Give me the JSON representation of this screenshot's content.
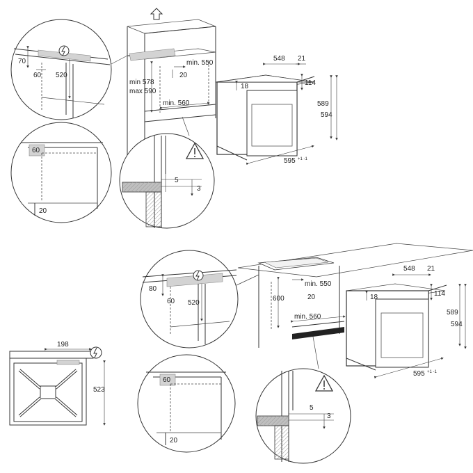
{
  "top": {
    "detail_cut": {
      "d70": "70",
      "d60": "60",
      "d520": "520"
    },
    "detail_corner": {
      "d60": "60",
      "d20": "20"
    },
    "cabinet": {
      "min578": "min 578",
      "max590": "max 590",
      "min550": "min. 550",
      "d20": "20",
      "min560": "min. 560"
    },
    "detail_gap": {
      "d5": "5",
      "d3": "3"
    },
    "oven": {
      "d548": "548",
      "d21": "21",
      "d114": "114",
      "d18": "18",
      "d589": "589",
      "d594": "594",
      "d595": "595",
      "d595sup": "+1 -1"
    }
  },
  "bottom": {
    "detail_cut": {
      "d80": "80",
      "d60": "60",
      "d520": "520"
    },
    "cabinet": {
      "d600": "600",
      "min550": "min. 550",
      "d20": "20",
      "min560": "min. 560"
    },
    "detail_corner": {
      "d60": "60",
      "d20": "20"
    },
    "detail_gap": {
      "d5": "5",
      "d3": "3"
    },
    "oven": {
      "d548": "548",
      "d21": "21",
      "d114": "114",
      "d18": "18",
      "d589": "589",
      "d594": "594",
      "d595": "595",
      "d595sup": "+1 -1"
    },
    "hob": {
      "d198": "198",
      "d523": "523"
    }
  },
  "icons": [
    "up-arrow-icon",
    "electric-plug-icon",
    "warning-triangle-icon"
  ]
}
